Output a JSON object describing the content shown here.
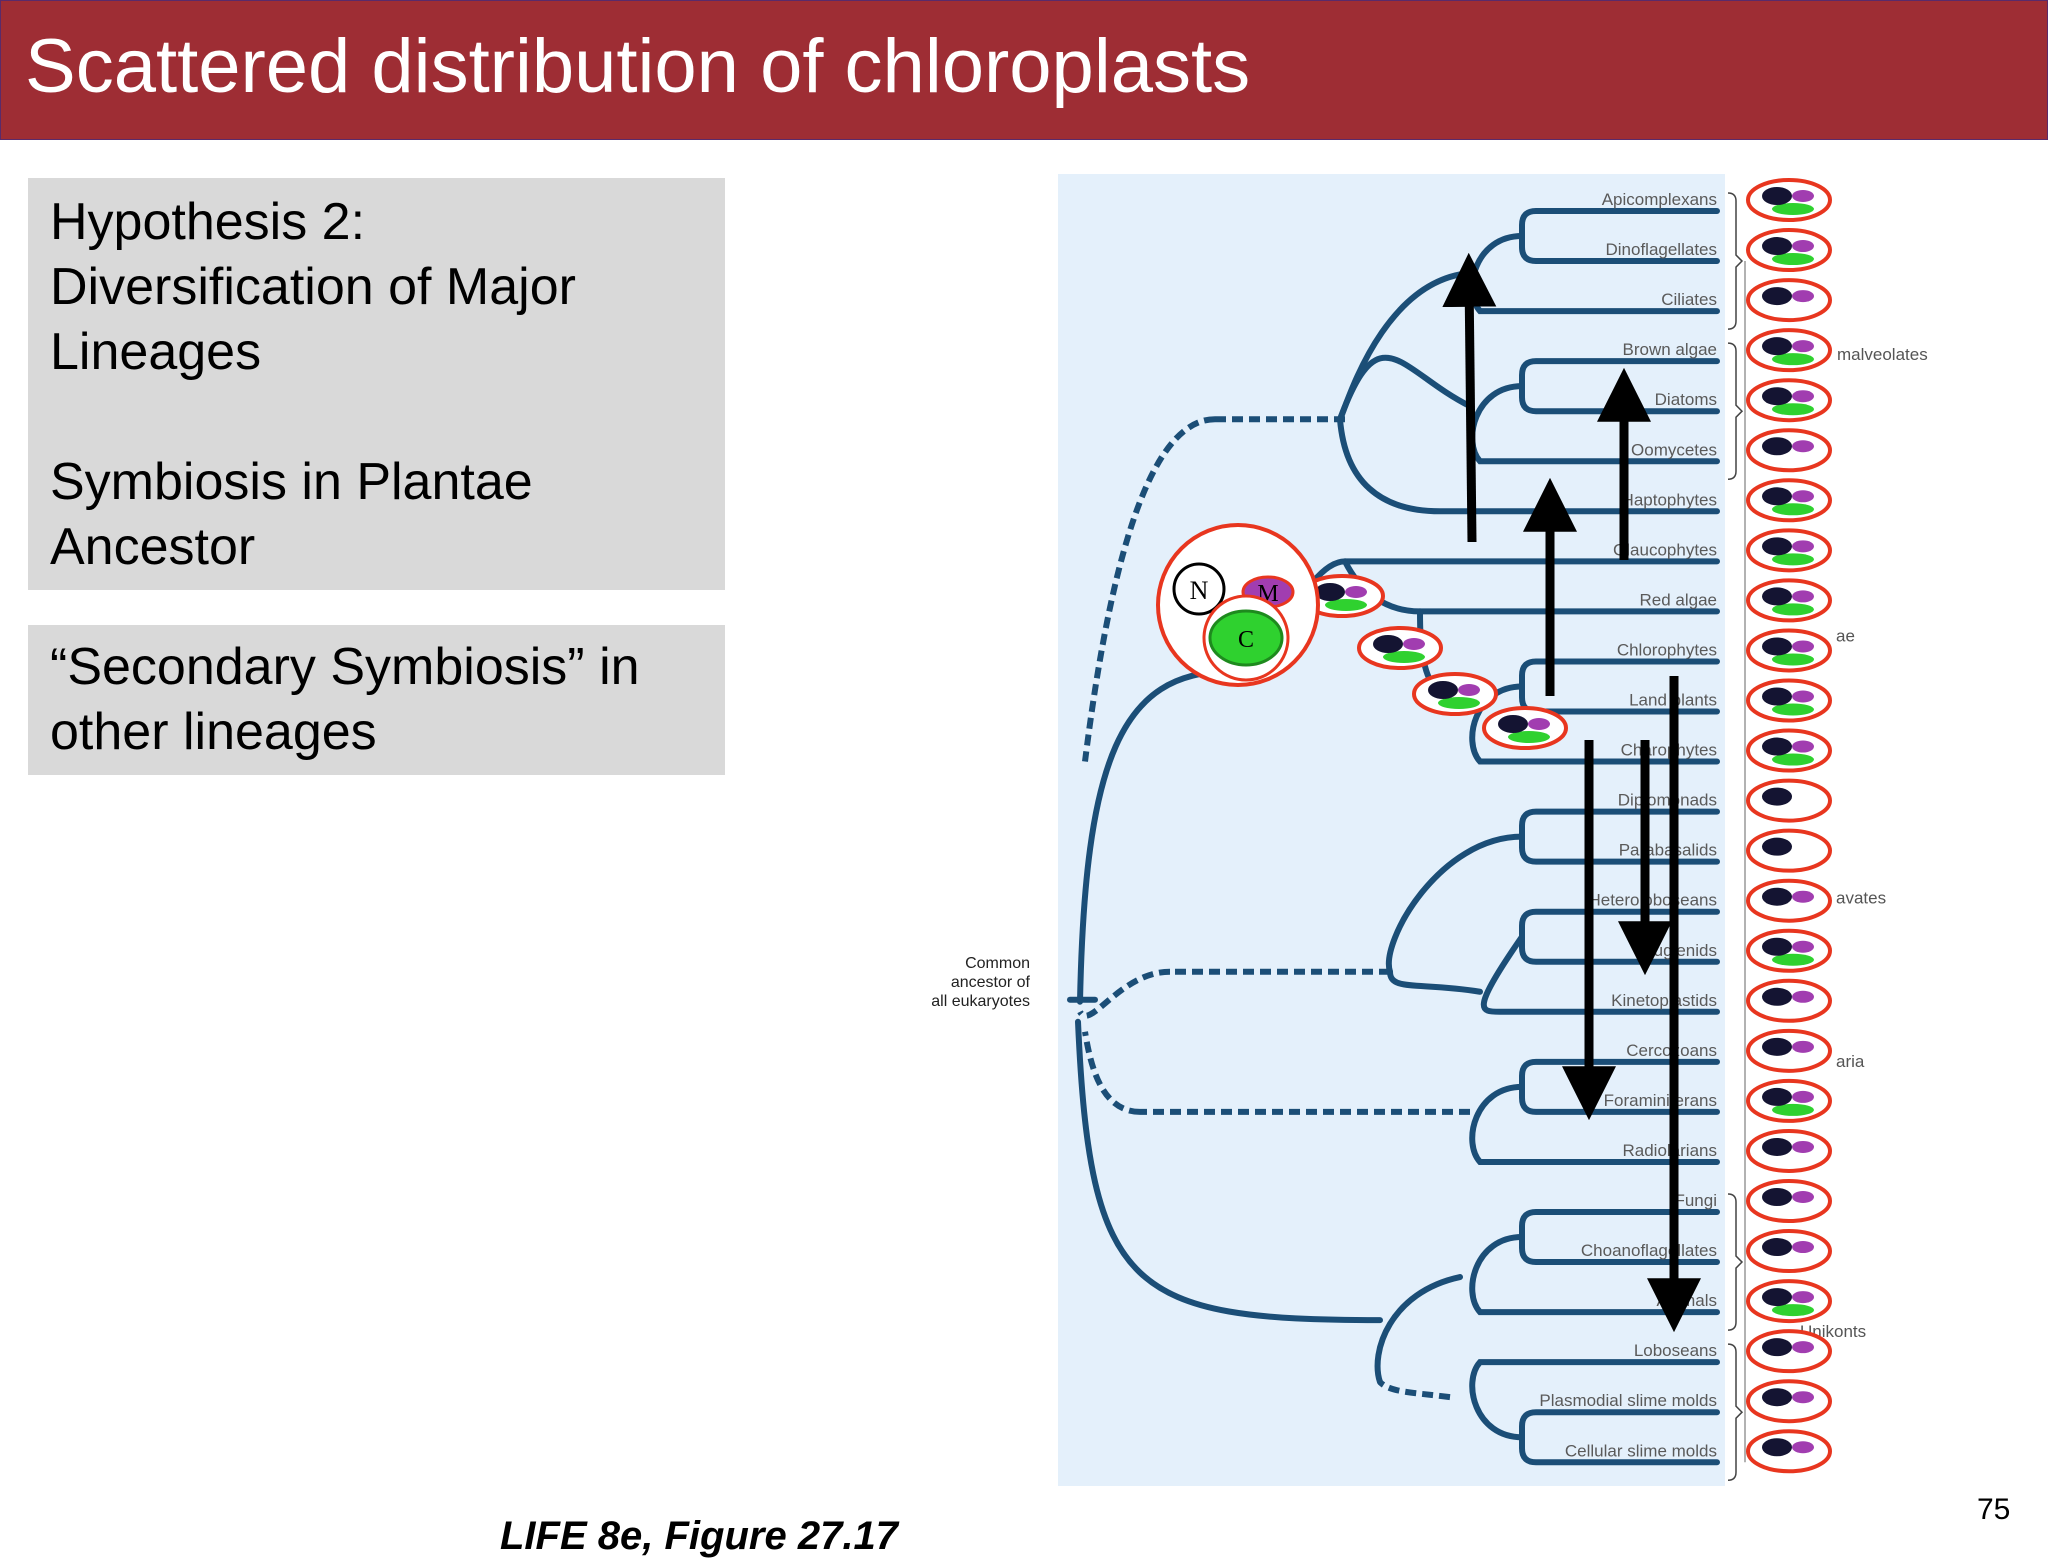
{
  "slide": {
    "title": "Scattered distribution of chloroplasts",
    "page_number": "75",
    "caption": "LIFE 8e, Figure 27.17"
  },
  "box1": {
    "line1": "Hypothesis 2:",
    "line2": "Diversification of Major",
    "line3": "Lineages",
    "line4": "Symbiosis in Plantae",
    "line5": "Ancestor"
  },
  "box2": {
    "line1": "“Secondary Symbiosis” in",
    "line2": "other lineages"
  },
  "tree": {
    "root_label": [
      "Common",
      "ancestor of",
      "all eukaryotes"
    ],
    "taxa": [
      {
        "label": "Apicomplexans",
        "chloroplast": true
      },
      {
        "label": "Dinoflagellates",
        "chloroplast": true
      },
      {
        "label": "Ciliates",
        "chloroplast": false
      },
      {
        "label": "Brown algae",
        "chloroplast": true
      },
      {
        "label": "Diatoms",
        "chloroplast": true
      },
      {
        "label": "Oomycetes",
        "chloroplast": false
      },
      {
        "label": "Haptophytes",
        "chloroplast": true
      },
      {
        "label": "Glaucophytes",
        "chloroplast": true
      },
      {
        "label": "Red algae",
        "chloroplast": true
      },
      {
        "label": "Chlorophytes",
        "chloroplast": true
      },
      {
        "label": "Land plants",
        "chloroplast": true
      },
      {
        "label": "Charophytes",
        "chloroplast": true
      },
      {
        "label": "Diplomonads",
        "chloroplast": false,
        "mito": false
      },
      {
        "label": "Parabasalids",
        "chloroplast": false,
        "mito": false
      },
      {
        "label": "Heteroloboseans",
        "chloroplast": false
      },
      {
        "label": "Euglenids",
        "chloroplast": true
      },
      {
        "label": "Kinetoplastids",
        "chloroplast": false
      },
      {
        "label": "Cercozoans",
        "chloroplast": false
      },
      {
        "label": "Foraminiferans",
        "chloroplast": true
      },
      {
        "label": "Radiolarians",
        "chloroplast": false
      },
      {
        "label": "Fungi",
        "chloroplast": false
      },
      {
        "label": "Choanoflagellates",
        "chloroplast": false
      },
      {
        "label": "Animals",
        "chloroplast": true
      },
      {
        "label": "Loboseans",
        "chloroplast": false
      },
      {
        "label": "Plasmodial slime molds",
        "chloroplast": false
      },
      {
        "label": "Cellular slime molds",
        "chloroplast": false
      }
    ],
    "clade_labels": {
      "chromalveolates": "malveolates",
      "plantae": "ae",
      "excavates": "avates",
      "rhizaria": "aria",
      "unikonts": "Unikonts"
    },
    "cell_labels": {
      "nucleus": "N",
      "mitochondrion": "M",
      "chloroplast": "C"
    }
  },
  "colors": {
    "title_bar": "#9e2d34",
    "panel": "#e4f0fb",
    "branch": "#1b4e77",
    "cell_outline": "#e8361f",
    "nucleus": "#141432",
    "mitochondrion": "#a13db0",
    "chloroplast": "#2fd12f",
    "arrow": "#000000"
  }
}
